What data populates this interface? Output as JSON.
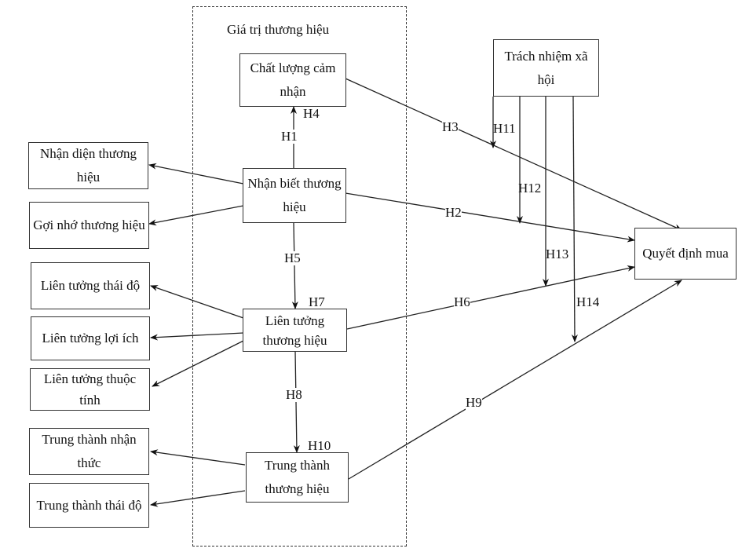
{
  "diagram": {
    "group": {
      "title": "Giá trị thương hiệu"
    },
    "nodes": {
      "chat_luong": "Chất lượng cảm nhận",
      "nhan_biet": "Nhận biết thương hiệu",
      "lien_tuong": "Liên tưởng thương hiệu",
      "trung_thanh": "Trung thành thương hiệu",
      "nhan_dien": "Nhận diện thương hiệu",
      "goi_nho": "Gợi nhớ thương hiệu",
      "lt_thai_do": "Liên tưởng thái độ",
      "lt_loi_ich": "Liên tưởng lợi ích",
      "lt_thuoc_tinh": "Liên tưởng thuộc tính",
      "tt_nhan_thuc": "Trung thành nhận thức",
      "tt_thai_do": "Trung thành thái độ",
      "trach_nhiem": "Trách nhiệm xã hội",
      "quyet_dinh": "Quyết định mua"
    },
    "hypotheses": {
      "H1": "H1",
      "H2": "H2",
      "H3": "H3",
      "H4": "H4",
      "H5": "H5",
      "H6": "H6",
      "H7": "H7",
      "H8": "H8",
      "H9": "H9",
      "H10": "H10",
      "H11": "H11",
      "H12": "H12",
      "H13": "H13",
      "H14": "H14"
    },
    "edges": [
      {
        "from": "nhan_biet",
        "to": "chat_luong",
        "label": "H1"
      },
      {
        "from": "nhan_biet",
        "to": "quyet_dinh",
        "label": "H2"
      },
      {
        "from": "chat_luong",
        "to": "quyet_dinh",
        "label": "H3"
      },
      {
        "from": "nhan_biet",
        "to": "lien_tuong",
        "label": "H5"
      },
      {
        "from": "lien_tuong",
        "to": "quyet_dinh",
        "label": "H6"
      },
      {
        "from": "lien_tuong",
        "to": "trung_thanh",
        "label": "H8"
      },
      {
        "from": "trung_thanh",
        "to": "quyet_dinh",
        "label": "H9"
      },
      {
        "from": "nhan_biet",
        "to": "nhan_dien"
      },
      {
        "from": "nhan_biet",
        "to": "goi_nho"
      },
      {
        "from": "lien_tuong",
        "to": "lt_thai_do"
      },
      {
        "from": "lien_tuong",
        "to": "lt_loi_ich"
      },
      {
        "from": "lien_tuong",
        "to": "lt_thuoc_tinh"
      },
      {
        "from": "trung_thanh",
        "to": "tt_nhan_thuc"
      },
      {
        "from": "trung_thanh",
        "to": "tt_thai_do"
      },
      {
        "from": "trach_nhiem",
        "to": "H3-path",
        "label": "H11"
      },
      {
        "from": "trach_nhiem",
        "to": "H2-path",
        "label": "H12"
      },
      {
        "from": "trach_nhiem",
        "to": "H6-path",
        "label": "H13"
      },
      {
        "from": "trach_nhiem",
        "to": "H9-path",
        "label": "H14"
      }
    ]
  }
}
